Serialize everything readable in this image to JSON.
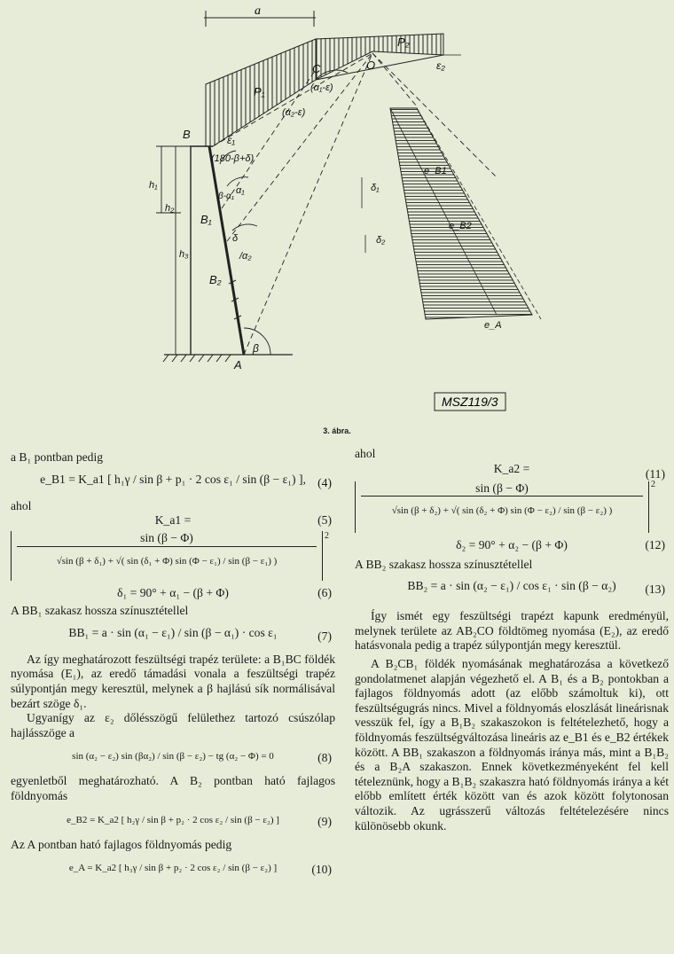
{
  "figure": {
    "box_label": "MSZ119/3",
    "caption": "3. ábra.",
    "labels": {
      "a": "a",
      "P2": "P₂",
      "P1": "P₁",
      "O": "O",
      "C": "C",
      "B": "B",
      "B1": "B₁",
      "B2": "B₂",
      "A": "A",
      "eps2": "ε₂",
      "eps1": "ε₁",
      "ang1": "(α₁-ε)",
      "ang2": "(α₂-ε)",
      "ang3": "(180-β+δ)",
      "alpha1": "α₁",
      "alpha2": "/α₂",
      "beta_l": "β-α₁",
      "delta_l": "δ",
      "beta": "β",
      "h1": "h₁",
      "h2": "h₂",
      "h3": "h₃",
      "eB1": "e_B1",
      "eB2": "e_B2",
      "eA": "e_A",
      "delta1": "δ₁",
      "delta2": "δ₂"
    }
  },
  "left": {
    "p1": "a B₁ pontban pedig",
    "eq4": "e_B1 = K_a1 [ h₁γ / sin β + p₁ · 2 cos ε₁ / sin (β − ε₁) ],",
    "eq4_num": "(4)",
    "ahol1": "ahol",
    "eq5_top": "K_a1 =",
    "eq5_num": "(5)",
    "eq5_num_inner": "sin (β − Φ)",
    "eq5_den": "√sin (β + δ₁) + √( sin (δ₁ + Φ) sin (Φ − ε₁) / sin (β − ε₁) )",
    "eq5_sq": "2",
    "eq6": "δ₁ = 90° + α₁ − (β + Φ)",
    "eq6_num": "(6)",
    "p_bb1": "A BB₁ szakasz hossza színusztétellel",
    "eq7": "BB₁ = a · sin (α₁ − ε₁) / sin (β − α₁) · cos ε₁",
    "eq7_num": "(7)",
    "p2": "Az így meghatározott feszültségi trapéz területe: a B₁BC földék nyomása (E₁), az eredő támadási vonala a feszültségi trapéz súlypontján megy keresztül, melynek a β hajlású sík normálisával bezárt szöge δ₁.",
    "p3": "Ugyanígy az ε₂ dőlésszögű felülethez tartozó csúszólap hajlásszöge a",
    "eq8": "sin (α₂ − ε₂) sin (βα₂) / sin (β − ε₂) − tg (α₂ − Φ) = 0",
    "eq8_num": "(8)",
    "p4": "egyenletből meghatározható. A B₂ pontban ható fajlagos földnyomás",
    "eq9": "e_B2 = K_a2 [ h₂γ / sin β + p₂ · 2 cos ε₂ / sin (β − ε₂) ]",
    "eq9_num": "(9)",
    "p5": "Az A pontban ható fajlagos földnyomás pedig",
    "eq10": "e_A = K_a2 [ h₃γ / sin β + p₂ · 2 cos ε₂ / sin (β − ε₂) ]",
    "eq10_num": "(10)"
  },
  "right": {
    "ahol": "ahol",
    "eq11_top": "K_a2 =",
    "eq11_num": "(11)",
    "eq11_num_inner": "sin (β − Φ)",
    "eq11_den": "√sin (β + δ₂) + √( sin (δ₂ + Φ) sin (Φ − ε₂) / sin (β − ε₂) )",
    "eq11_sq": "2",
    "eq12": "δ₂ = 90° + α₂ − (β + Φ)",
    "eq12_num": "(12)",
    "p_bb2": "A BB₂ szakasz hossza színusztétellel",
    "eq13": "BB₂ = a · sin (α₂ − ε₁) / cos ε₁ · sin (β − α₂)",
    "eq13_num": "(13)",
    "p1": "Így ismét egy feszültségi trapézt kapunk eredményül, melynek területe az AB₂CO földtömeg nyomása (E₂), az eredő hatásvonala pedig a trapéz súlypontján megy keresztül.",
    "p2": "A B₂CB₁ földék nyomásának meghatározása a következő gondolatmenet alapján végezhető el. A B₁ és a B₂ pontokban a fajlagos földnyomás adott (az előbb számoltuk ki), ott feszültségugrás nincs. Mivel a földnyomás eloszlását lineárisnak vesszük fel, így a B₁B₂ szakaszokon is feltételezhető, hogy a földnyomás feszültségváltozása lineáris az e_B1 és e_B2 értékek között. A BB₁ szakaszon a földnyomás iránya más, mint a B₁B₂ és a B₂A szakaszon. Ennek következményeként fel kell tételeznünk, hogy a B₁B₂ szakaszra ható földnyomás iránya a két előbb említett érték között van és azok között folytonosan változik. Az ugrásszerű változás feltételezésére nincs különösebb okunk."
  }
}
